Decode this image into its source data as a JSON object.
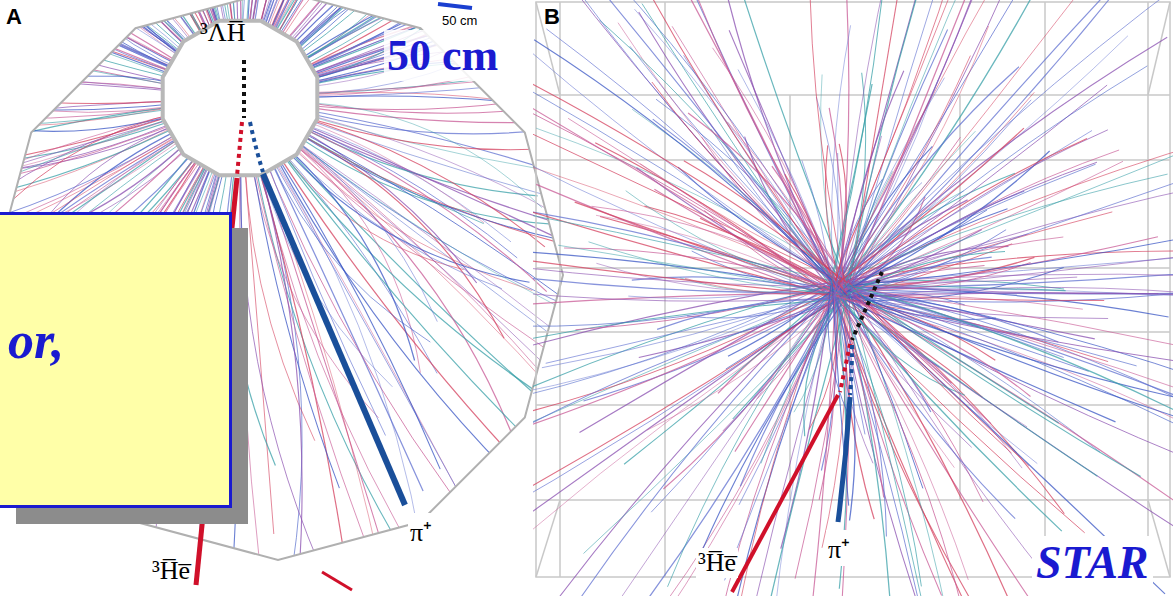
{
  "diagram": {
    "nodes": [
      {
        "text": [
          "or,"
        ]
      }
    ],
    "labels": [
      "A",
      "B",
      "50 cm",
      "50 cm",
      "³ΛH̅",
      "³H̅e̅",
      "π⁺",
      "³H̅e̅",
      "π⁺",
      "STAR"
    ]
  }
}
